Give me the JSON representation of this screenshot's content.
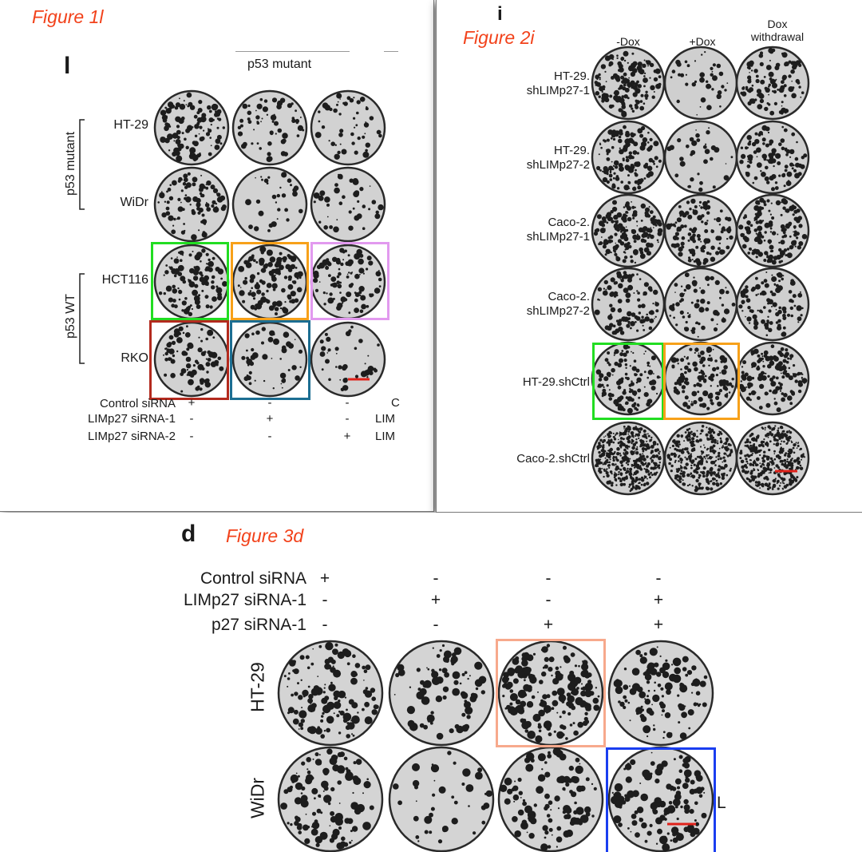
{
  "figure_1l": {
    "tag": "Figure 1l",
    "panel_letter": "l",
    "top_label": "p53 mutant",
    "cut_label_1": "C",
    "cut_label_2": "LIM",
    "cut_label_3": "LIM",
    "group_p53_mutant": "p53 mutant",
    "group_p53_wt": "p53 WT",
    "row_labels": [
      "HT-29",
      "WiDr",
      "HCT116",
      "RKO"
    ],
    "conditions": [
      {
        "label": "Control siRNA",
        "marks": [
          "+",
          "-",
          "-"
        ]
      },
      {
        "label": "LIMp27 siRNA-1",
        "marks": [
          "-",
          "+",
          "-"
        ]
      },
      {
        "label": "LIMp27 siRNA-2",
        "marks": [
          "-",
          "-",
          "+"
        ]
      }
    ],
    "highlight_colors": [
      "#22dd22",
      "#f7a11a",
      "#e29aef",
      "#b32a1e",
      "#1c6e92"
    ]
  },
  "figure_2i": {
    "tag": "Figure 2i",
    "panel_letter": "i",
    "column_labels": [
      "-Dox",
      "+Dox",
      "Dox\nwithdrawal"
    ],
    "row_labels": [
      "HT-29.\nshLIMp27-1",
      "HT-29.\nshLIMp27-2",
      "Caco-2.\nshLIMp27-1",
      "Caco-2.\nshLIMp27-2",
      "HT-29.shCtrl",
      "Caco-2.shCtrl"
    ],
    "highlight_colors": [
      "#22dd22",
      "#f7a11a"
    ]
  },
  "figure_3d": {
    "tag": "Figure 3d",
    "panel_letter": "d",
    "conditions": [
      {
        "label": "Control siRNA",
        "marks": [
          "+",
          "-",
          "-",
          "-"
        ]
      },
      {
        "label": "LIMp27 siRNA-1",
        "marks": [
          "-",
          "+",
          "-",
          "+"
        ]
      },
      {
        "label": "p27 siRNA-1",
        "marks": [
          "-",
          "-",
          "+",
          "+"
        ]
      }
    ],
    "row_labels": [
      "HT-29",
      "WiDr"
    ],
    "side_letter": "L",
    "highlight_colors": [
      "#f7a98c",
      "#1a3ef0"
    ]
  },
  "scale_bar_color": "#e0221a"
}
